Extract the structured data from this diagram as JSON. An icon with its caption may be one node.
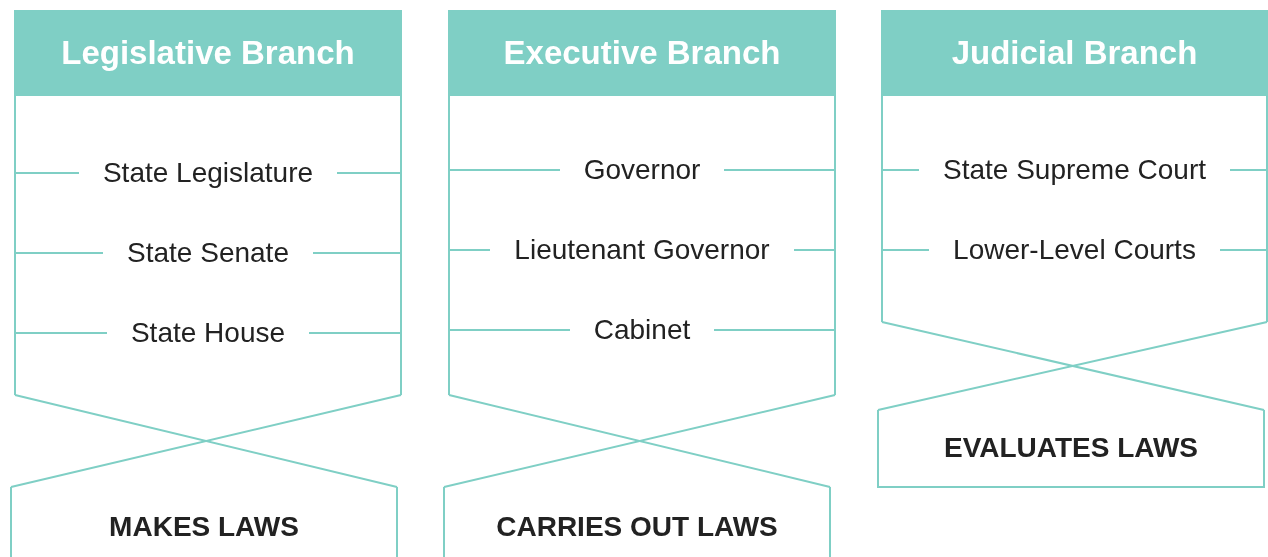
{
  "diagram": {
    "nodes": [
      {
        "text": [
          "Legislative Branch"
        ]
      },
      {
        "text": [
          "State Legislature"
        ],
        "in": 0
      },
      {
        "text": [
          "State Senate"
        ],
        "in": 0
      },
      {
        "text": [
          "State House"
        ],
        "in": 0
      },
      {
        "text": [
          "MAKES LAWS"
        ]
      },
      {
        "text": [
          "Executive Branch"
        ]
      },
      {
        "text": [
          "Governor"
        ],
        "in": 5
      },
      {
        "text": [
          "Lieutenant Governor"
        ],
        "in": 5
      },
      {
        "text": [
          "Cabinet"
        ],
        "in": 5
      },
      {
        "text": [
          "CARRIES OUT LAWS"
        ]
      },
      {
        "text": [
          "Judicial Branch"
        ]
      },
      {
        "text": [
          "State Supreme Court"
        ],
        "in": 10
      },
      {
        "text": [
          "Lower-Level Courts"
        ],
        "in": 10
      },
      {
        "text": [
          "EVALUATES LAWS"
        ]
      }
    ],
    "edges": [
      {
        "from": 0,
        "to": 4,
        "arrow": "none"
      },
      {
        "from": 0,
        "to": 4,
        "arrow": "none"
      },
      {
        "from": 5,
        "to": 9,
        "arrow": "none"
      },
      {
        "from": 5,
        "to": 9,
        "arrow": "none"
      },
      {
        "from": 10,
        "to": 13,
        "arrow": "none"
      },
      {
        "from": 10,
        "to": 13,
        "arrow": "none"
      }
    ]
  }
}
